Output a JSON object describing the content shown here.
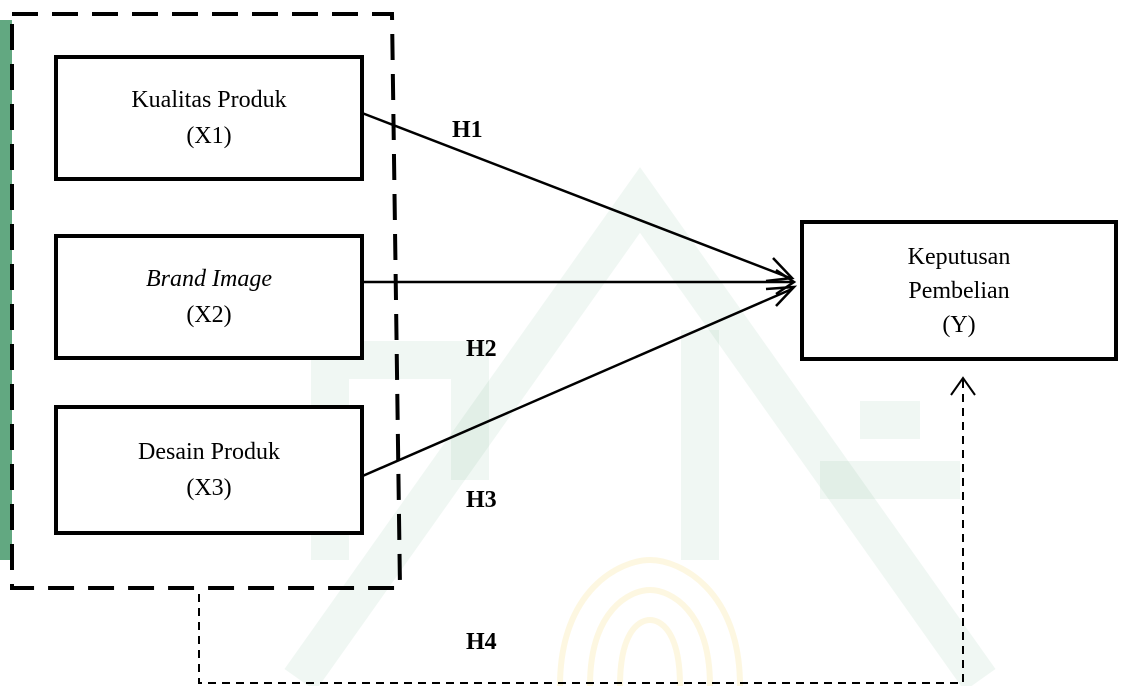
{
  "variables": {
    "x1": {
      "name": "Kualitas Produk",
      "code": "(X1)"
    },
    "x2": {
      "name": "Brand Image",
      "code": "(X2)"
    },
    "x3": {
      "name": "Desain Produk",
      "code": "(X3)"
    },
    "y": {
      "line1": "Keputusan",
      "line2": "Pembelian",
      "code": "(Y)"
    }
  },
  "hypotheses": {
    "h1": "H1",
    "h2": "H2",
    "h3": "H3",
    "h4": "H4"
  },
  "colors": {
    "line": "#000000",
    "watermark_green": "#2e8b57",
    "watermark_gold": "#f2d35a"
  }
}
